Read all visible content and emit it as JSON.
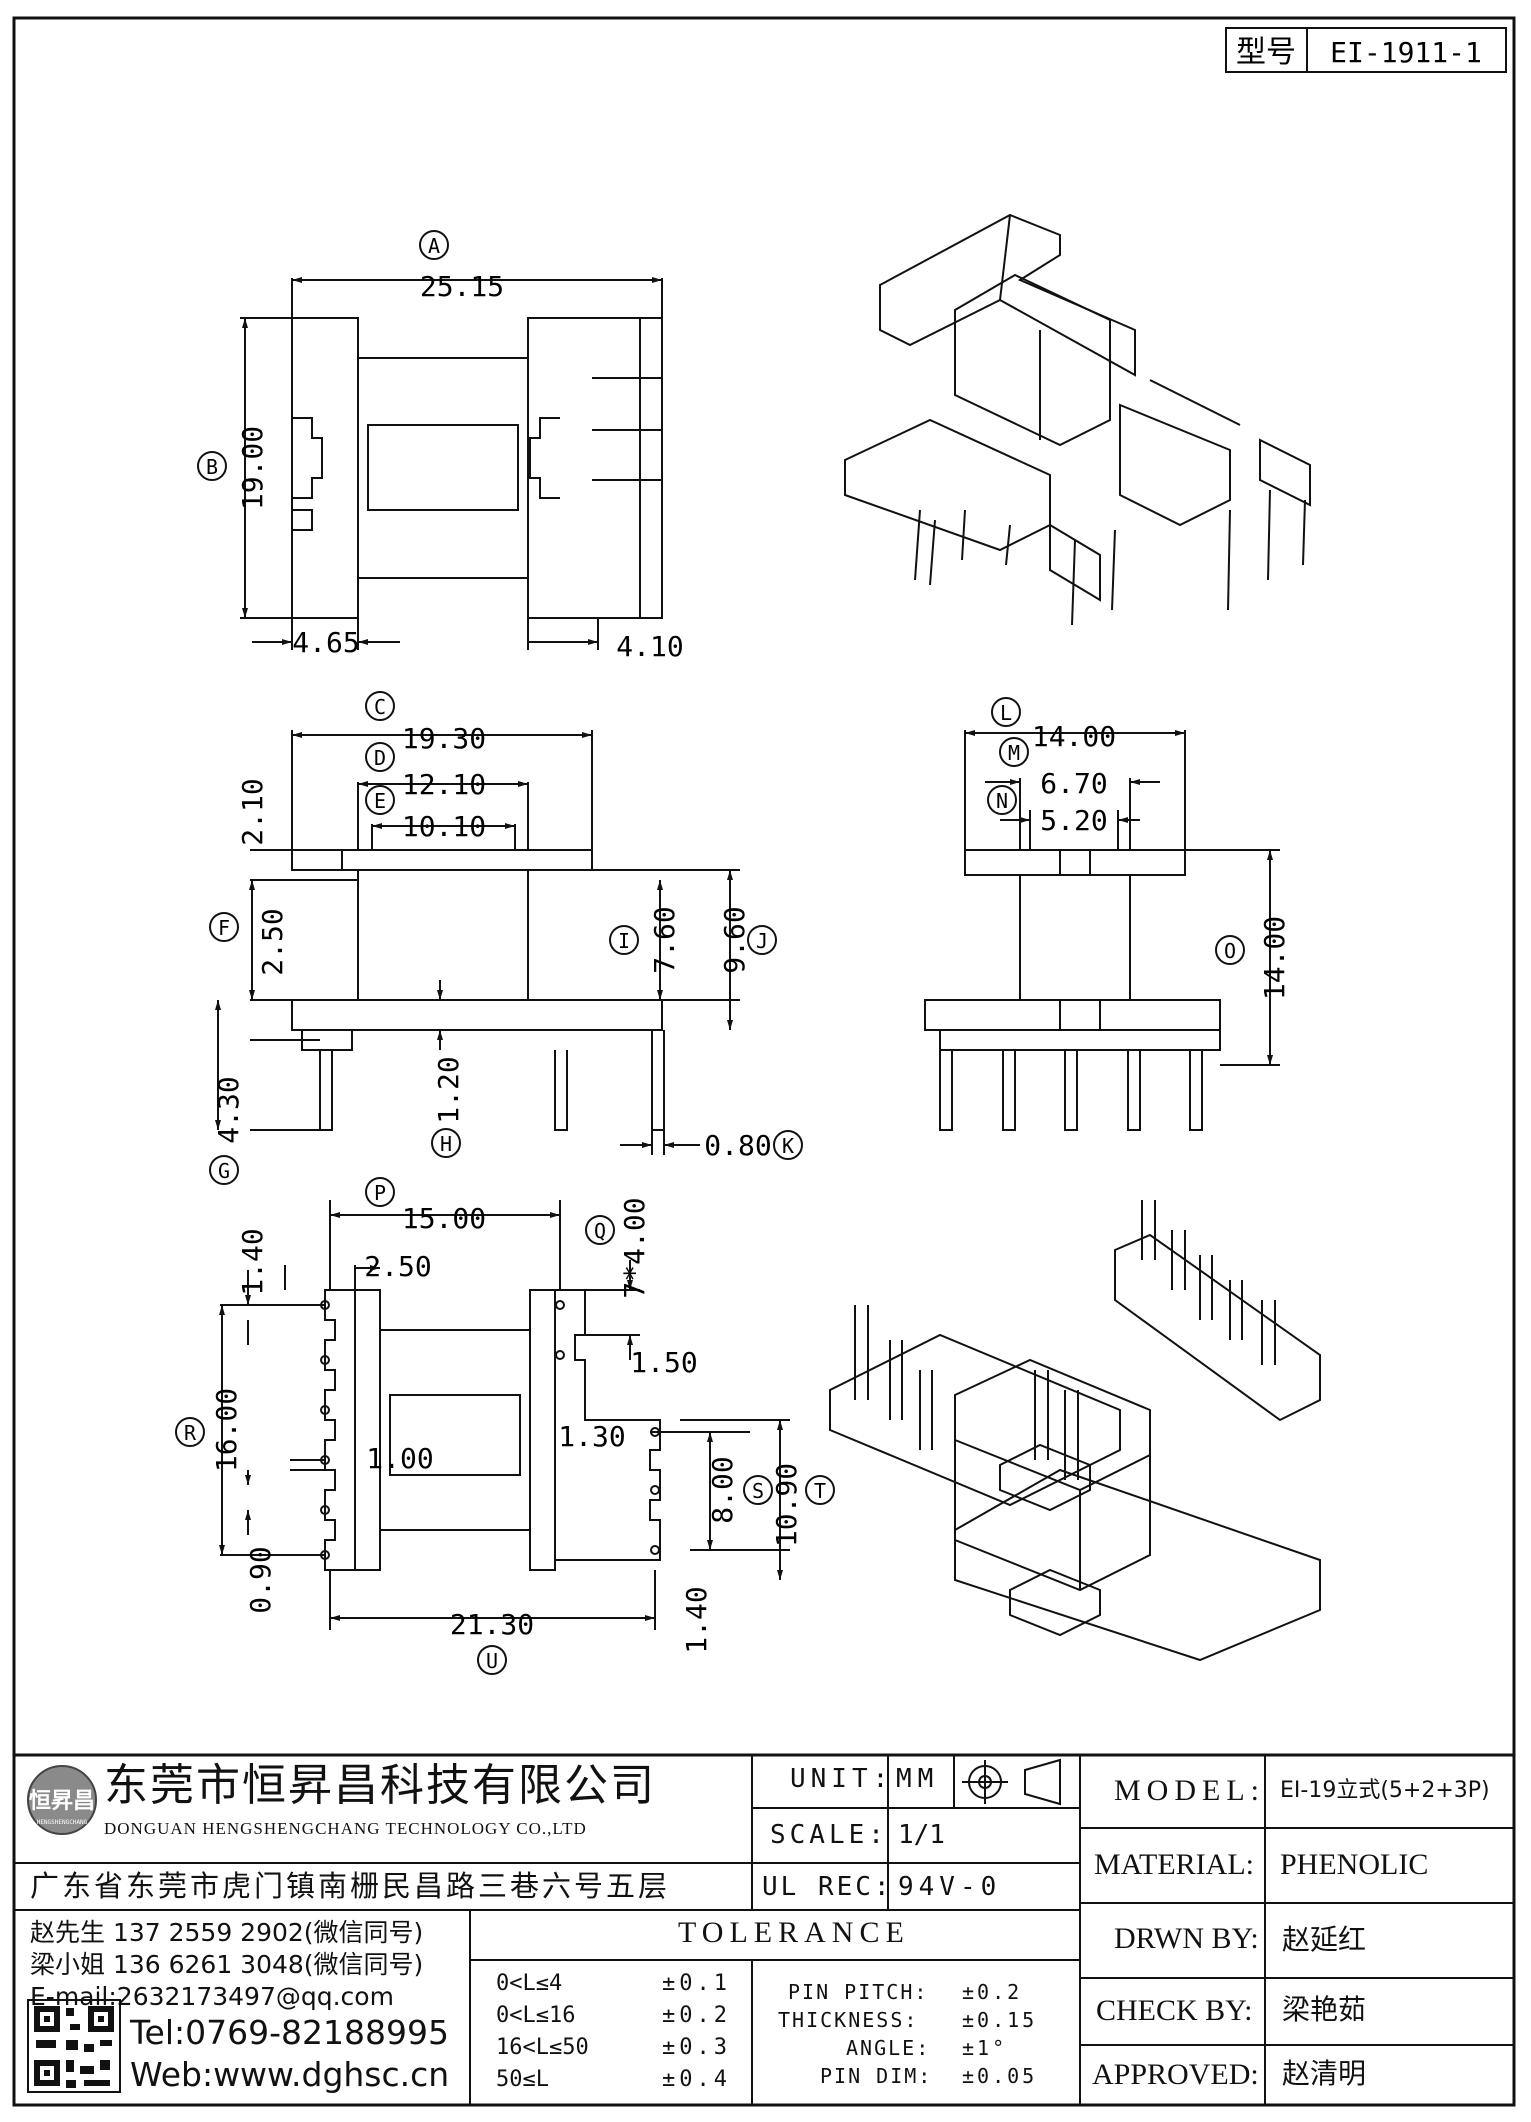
{
  "header": {
    "model_label": "型号",
    "model_value": "EI-1911-1"
  },
  "views": {
    "top": {
      "A_letter": "A",
      "A_value": "25.15",
      "B_letter": "B",
      "B_value": "19.00",
      "left_dim": "4.65",
      "right_dim": "4.10"
    },
    "front": {
      "C_letter": "C",
      "C_value": "19.30",
      "D_letter": "D",
      "D_value": "12.10",
      "E_letter": "E",
      "E_value": "10.10",
      "dim_2_10": "2.10",
      "F_letter": "F",
      "F_value": "2.50",
      "G_letter": "G",
      "G_value": "4.30",
      "H_letter": "H",
      "H_value": "1.20",
      "I_letter": "I",
      "I_value": "7.60",
      "J_letter": "J",
      "J_value": "9.60",
      "K_letter": "K",
      "K_value": "0.80"
    },
    "side": {
      "L_letter": "L",
      "L_value": "14.00",
      "M_letter": "M",
      "M_value": "6.70",
      "N_letter": "N",
      "N_value": "5.20",
      "O_letter": "O",
      "O_value": "14.00"
    },
    "bottom": {
      "P_letter": "P",
      "P_value": "15.00",
      "Q_letter": "Q",
      "Q_value": "7*4.00",
      "dim_1_40_top": "1.40",
      "dim_2_50": "2.50",
      "dim_1_50": "1.50",
      "R_letter": "R",
      "R_value": "16.00",
      "dim_1_00": "1.00",
      "dim_1_30": "1.30",
      "S_letter": "S",
      "S_value": "8.00",
      "T_letter": "T",
      "T_value": "10.90",
      "dim_0_90": "0.90",
      "dim_1_40_bottom": "1.40",
      "U_letter": "U",
      "U_value": "21.30"
    }
  },
  "company": {
    "logo_text": "恒昇昌",
    "logo_subtext": "HENGSHENGCHANG",
    "name_cn": "东莞市恒昇昌科技有限公司",
    "name_en": "DONGUAN HENGSHENGCHANG TECHNOLOGY CO.,LTD",
    "address": "广东省东莞市虎门镇南栅民昌路三巷六号五层"
  },
  "info": {
    "unit_label": "UNIT:",
    "unit_value": "MM",
    "scale_label": "SCALE:",
    "scale_value": "1/1",
    "ulrec_label": "UL REC:",
    "ulrec_value": "94V-0"
  },
  "fields": {
    "model_label": "MODEL:",
    "model_value": "EI-19立式(5+2+3P)",
    "material_label": "MATERIAL:",
    "material_value": "PHENOLIC",
    "drwn_label": "DRWN BY:",
    "drwn_value": "赵延红",
    "check_label": "CHECK BY:",
    "check_value": "梁艳茹",
    "approved_label": "APPROVED:",
    "approved_value": "赵清明"
  },
  "contacts": {
    "contact1": "赵先生 137 2559 2902(微信同号)",
    "contact2": "梁小姐 136 6261 3048(微信同号)",
    "email": "E-mail:2632173497@qq.com",
    "tel": "Tel:0769-82188995",
    "web": "Web:www.dghsc.cn"
  },
  "tolerance": {
    "title": "TOLERANCE",
    "ranges": [
      {
        "range": "0<L≤4",
        "value": "±0.1"
      },
      {
        "range": "0<L≤16",
        "value": "±0.2"
      },
      {
        "range": "16<L≤50",
        "value": "±0.3"
      },
      {
        "range": "50≤L",
        "value": "±0.4"
      }
    ],
    "specs": [
      {
        "label": "PIN PITCH:",
        "value": "±0.2"
      },
      {
        "label": "THICKNESS:",
        "value": "±0.15"
      },
      {
        "label": "ANGLE:",
        "value": "±1°"
      },
      {
        "label": "PIN DIM:",
        "value": "±0.05"
      }
    ]
  }
}
